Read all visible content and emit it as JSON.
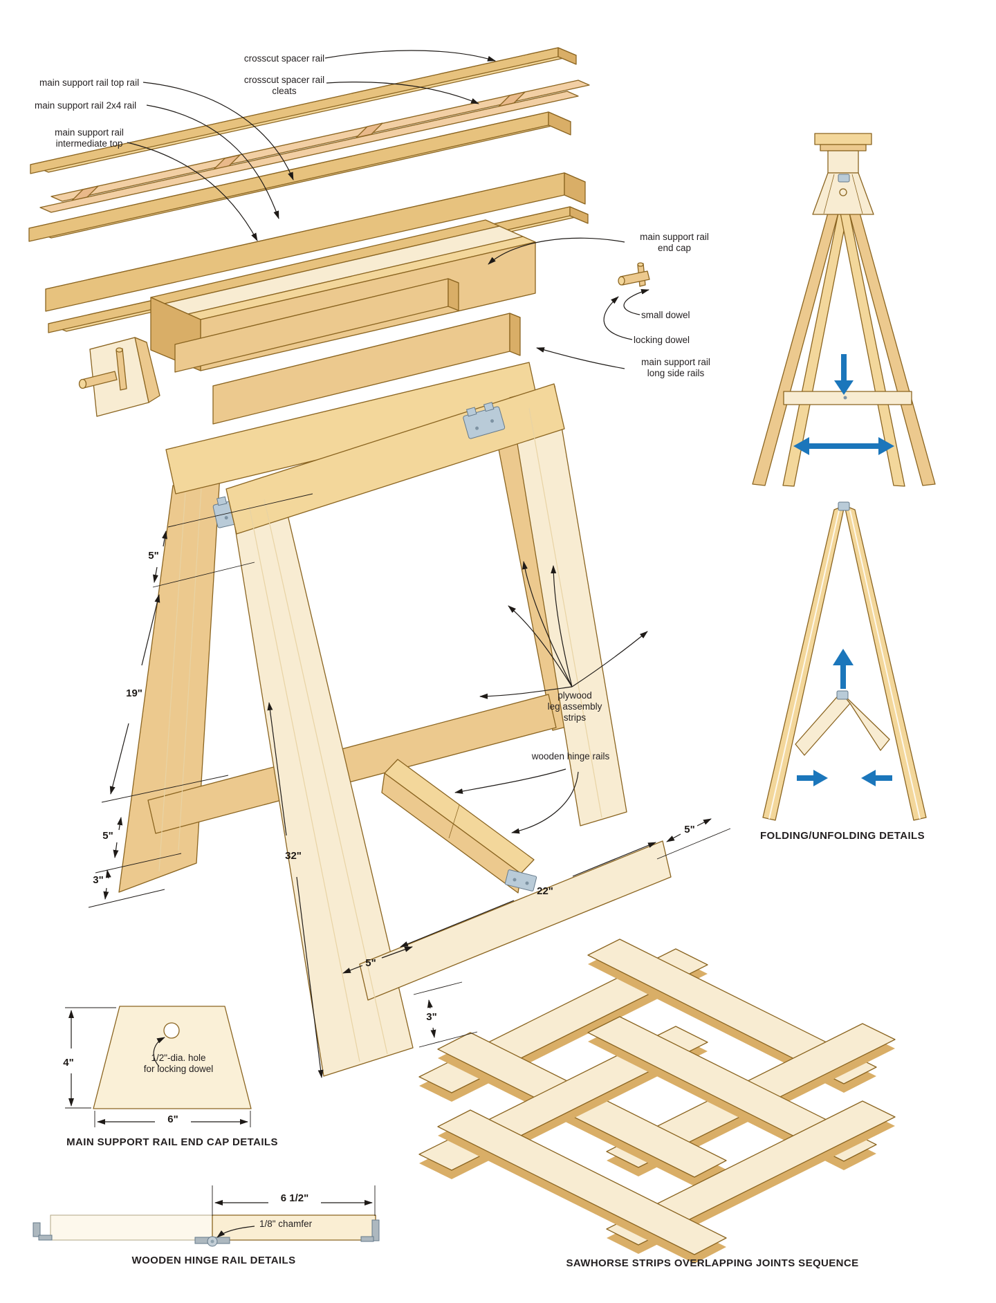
{
  "page": {
    "title": "Folding sawhorse construction diagram",
    "background": "#ffffff"
  },
  "colors": {
    "wood_light": "#f3d79b",
    "wood_pale": "#f8ecd2",
    "wood_mid": "#ecc98e",
    "wood_dark": "#d9ae67",
    "outline": "#8a6420",
    "hinge": "#b9cbd8",
    "arrow_blue": "#1b76bb",
    "text": "#231f20"
  },
  "exploded_rail": {
    "crosscut_spacer_rail": "crosscut spacer rail",
    "cleats_line1": "crosscut spacer rail",
    "cleats_line2": "cleats",
    "top_rail": "main support rail top rail",
    "rail_2x4": "main support rail 2x4 rail",
    "intermediate_line1": "main support rail",
    "intermediate_line2": "intermediate top",
    "end_cap_line1": "main support rail",
    "end_cap_line2": "end cap",
    "small_dowel": "small dowel",
    "locking_dowel": "locking dowel",
    "long_side_line1": "main support rail",
    "long_side_line2": "long side rails"
  },
  "leg_assembly": {
    "plywood_line1": "plywood",
    "plywood_line2": "leg assembly",
    "plywood_line3": "strips",
    "wooden_hinge_rails": "wooden hinge rails",
    "dims": {
      "d5_top": "5\"",
      "d19": "19\"",
      "d5_mid": "5\"",
      "d3_mid": "3\"",
      "d32": "32\"",
      "d22": "22\"",
      "d5_right": "5\"",
      "d5_bottom": "5\"",
      "d3_bottom": "3\""
    }
  },
  "folding_details": {
    "caption": "FOLDING/UNFOLDING DETAILS"
  },
  "end_cap_detail": {
    "caption": "MAIN SUPPORT RAIL END CAP DETAILS",
    "height_dim": "4\"",
    "width_dim": "6\"",
    "hole_line1": "1/2\"-dia. hole",
    "hole_line2": "for locking dowel"
  },
  "hinge_rail_detail": {
    "caption": "WOODEN HINGE RAIL DETAILS",
    "length_dim": "6 1/2\"",
    "chamfer": "1/8\" chamfer"
  },
  "joints_detail": {
    "caption": "SAWHORSE STRIPS OVERLAPPING JOINTS SEQUENCE"
  }
}
